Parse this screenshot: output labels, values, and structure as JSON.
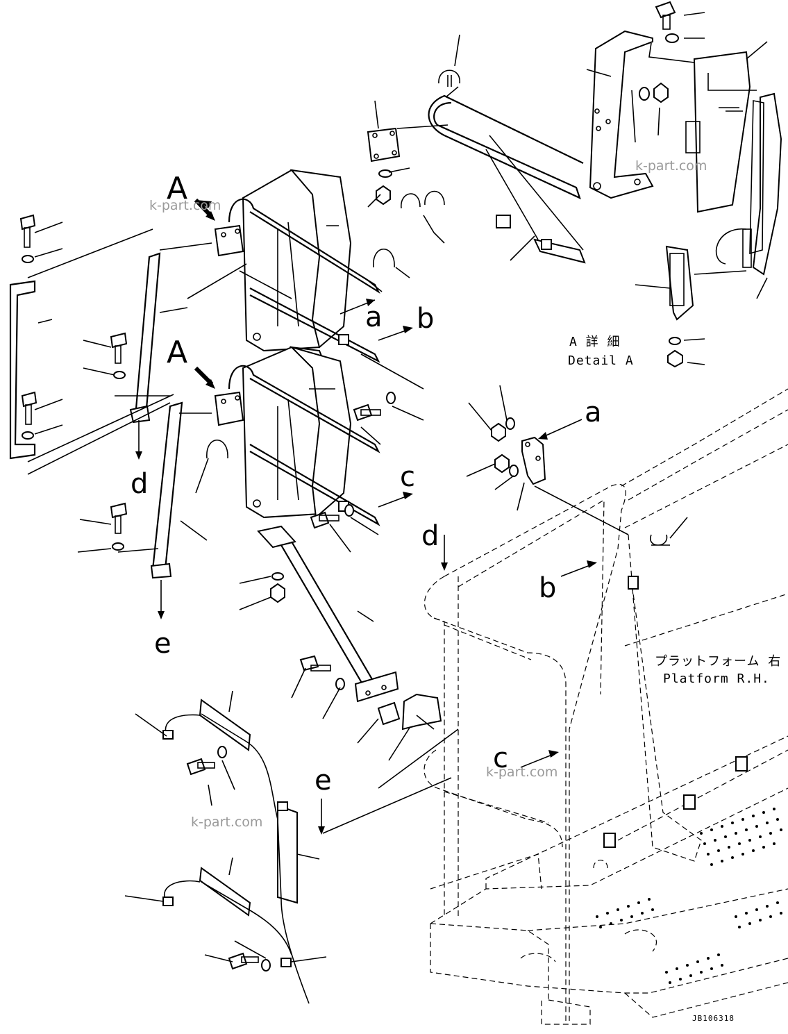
{
  "diagram": {
    "view_labels": [
      "A",
      "A"
    ],
    "detail": {
      "jp": "A 詳 細",
      "en": "Detail A"
    },
    "platform": {
      "jp": "プラットフォーム 右",
      "en": "Platform R.H."
    },
    "arrow_labels": {
      "a_left": "a",
      "b_left": "b",
      "c_left": "c",
      "d_left": "d",
      "e_left": "e",
      "a_right": "a",
      "b_right": "b",
      "c_right": "c",
      "d_right": "d",
      "e_right": "e"
    },
    "watermarks": [
      "k-part.com",
      "k-part.com",
      "k-part.com",
      "k-part.com"
    ],
    "drawing_code": "JB106318"
  }
}
